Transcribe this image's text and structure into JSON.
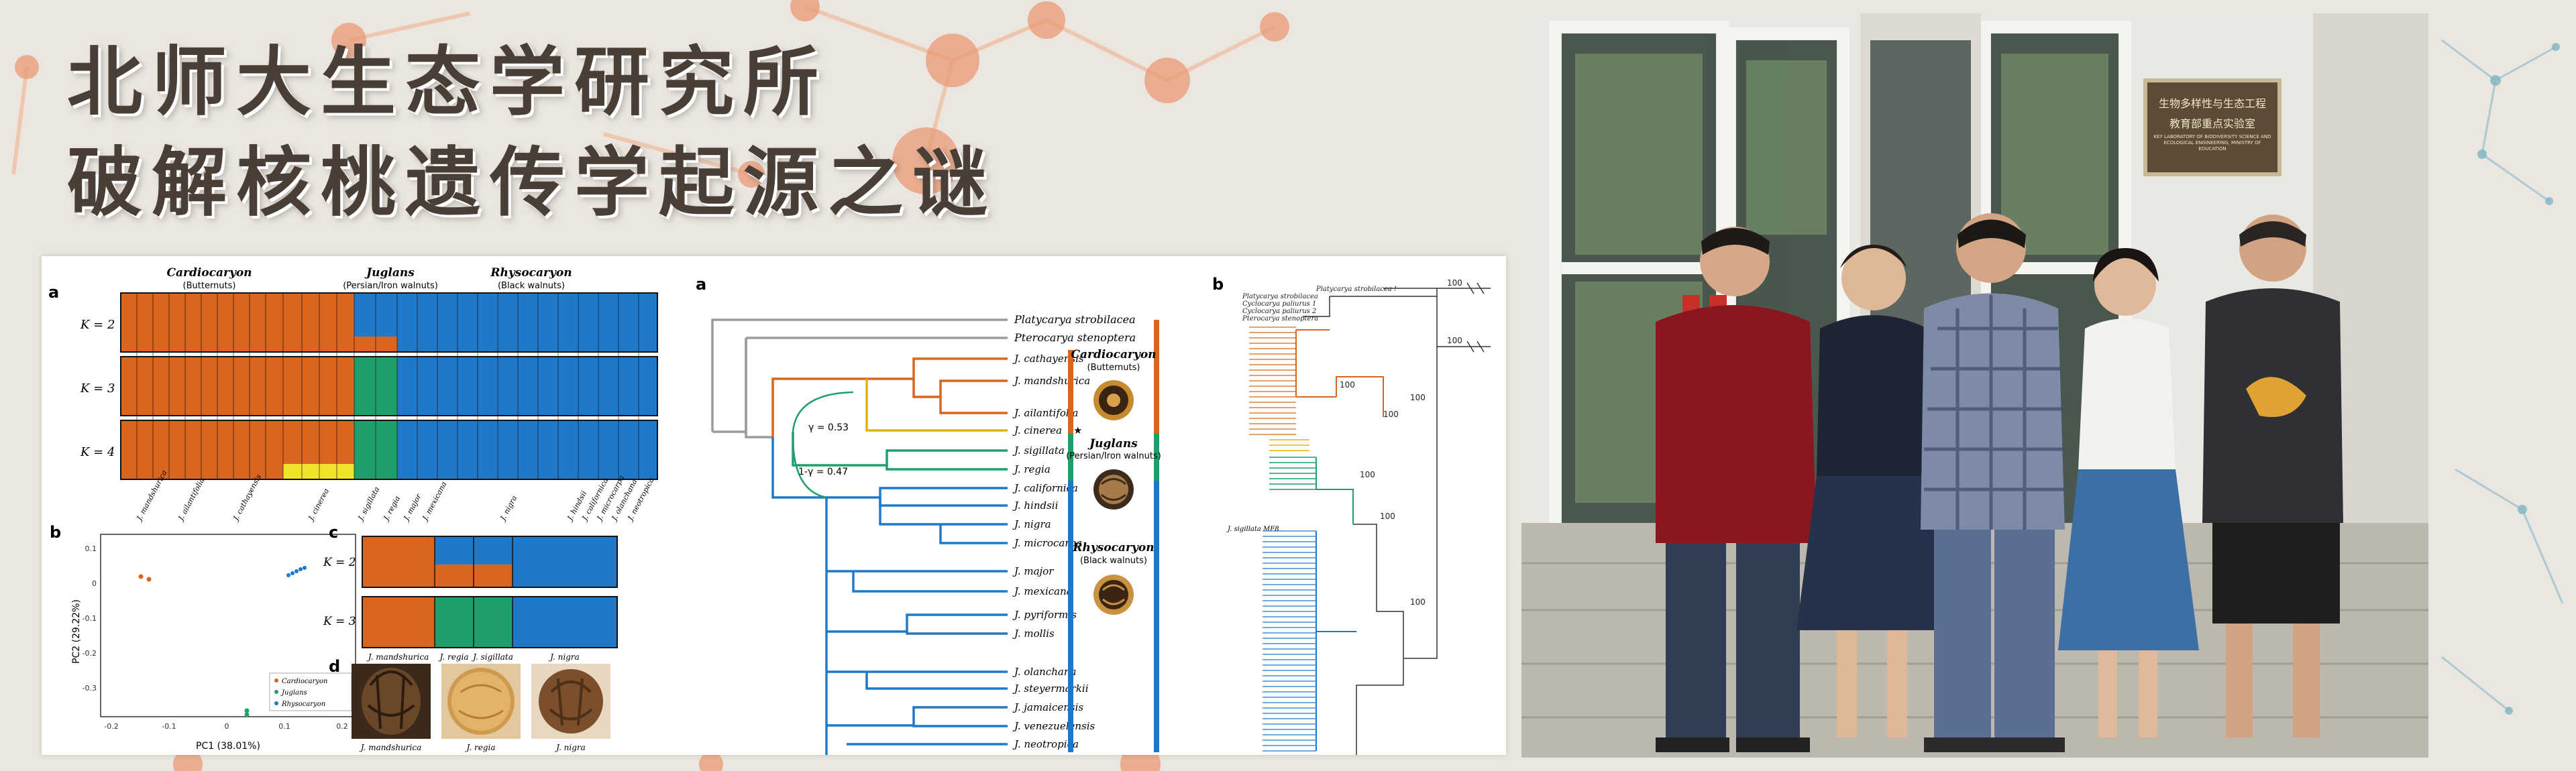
{
  "headline": {
    "line1": "北师大生态学研究所",
    "line2": "破解核桃遗传学起源之谜"
  },
  "colors": {
    "cardiocaryon": "#d9651f",
    "juglans": "#1fa06b",
    "rhysocaryon": "#1f78c8",
    "admix_yellow": "#f1e22a",
    "tree_grey": "#9b9b9b",
    "headline_text": "#4a3f36"
  },
  "left_figure": {
    "panel_a": {
      "letter": "a",
      "groups": [
        {
          "name": "Cardiocaryon",
          "sub": "(Butternuts)"
        },
        {
          "name": "Juglans",
          "sub": "(Persian/Iron walnuts)"
        },
        {
          "name": "Rhysocaryon",
          "sub": "(Black walnuts)"
        }
      ],
      "rows": [
        "K = 2",
        "K = 3",
        "K = 4"
      ],
      "species_labels": [
        "J. mandshurica",
        "J. ailantifolia",
        "J. cathayensis",
        "J. cinerea",
        "J. sigillata",
        "J. regia",
        "J. major",
        "J. mexicana",
        "J. nigra",
        "J. hindsii",
        "J. californica",
        "J. microcarpa",
        "J. olanchana",
        "J. neotropica"
      ]
    },
    "panel_b": {
      "letter": "b",
      "xlabel": "PC1 (38.01%)",
      "ylabel": "PC2 (29.22%)",
      "xticks": [
        "-0.2",
        "-0.1",
        "0",
        "0.1",
        "0.2"
      ],
      "yticks": [
        "0.1",
        "0",
        "-0.1",
        "-0.2",
        "-0.3"
      ],
      "legend": [
        "Cardiocaryon",
        "Juglans",
        "Rhysocaryon"
      ]
    },
    "panel_c": {
      "letter": "c",
      "rows": [
        "K = 2",
        "K = 3"
      ],
      "labels": [
        "J. mandshurica",
        "J. regia",
        "J. sigillata",
        "J. nigra"
      ]
    },
    "panel_d": {
      "letter": "d",
      "labels": [
        "J. mandshurica",
        "J. regia",
        "J. nigra"
      ]
    }
  },
  "right_figure": {
    "panel_a": {
      "letter": "a",
      "outgroups": [
        "Platycarya strobilacea",
        "Pterocarya stenoptera"
      ],
      "species": [
        "J. cathayensis",
        "J. mandshurica",
        "J. ailantifolia",
        "J. cinerea",
        "J. sigillata",
        "J. regia",
        "J. californica",
        "J. hindsii",
        "J. nigra",
        "J. microcarpa",
        "J. major",
        "J. mexicana",
        "J. pyriformis",
        "J. mollis",
        "J. olanchana",
        "J. steyermarkii",
        "J. jamaicensis",
        "J. venezuelensis",
        "J. neotropica"
      ],
      "gamma_top": "γ = 0.53",
      "gamma_bottom": "1-γ = 0.47",
      "cinerea_star": "★",
      "groups": [
        {
          "name": "Cardiocaryon",
          "sub": "(Butternuts)"
        },
        {
          "name": "Juglans",
          "sub": "(Persian/Iron walnuts)"
        },
        {
          "name": "Rhysocaryon",
          "sub": "(Black walnuts)"
        }
      ]
    },
    "panel_b": {
      "letter": "b",
      "top_labels": [
        "Platycarya strobilacea !",
        "Platycarya strobilacea",
        "Cyclocarya paliurus 1",
        "Cyclocarya paliurus 2",
        "Pterocarya stenoptera"
      ],
      "bootstrap": [
        "100",
        "100",
        "100",
        "100",
        "100",
        "100",
        "100",
        "100"
      ],
      "sigillata_label": "J. sigillata MF8"
    }
  },
  "photo": {
    "sign_line1": "生物多样性与生态工程",
    "sign_line2": "教育部重点实验室",
    "sign_line3": "KEY LABORATORY OF BIODIVERSITY SCIENCE AND ECOLOGICAL ENGINEERING, MINISTRY OF EDUCATION"
  }
}
